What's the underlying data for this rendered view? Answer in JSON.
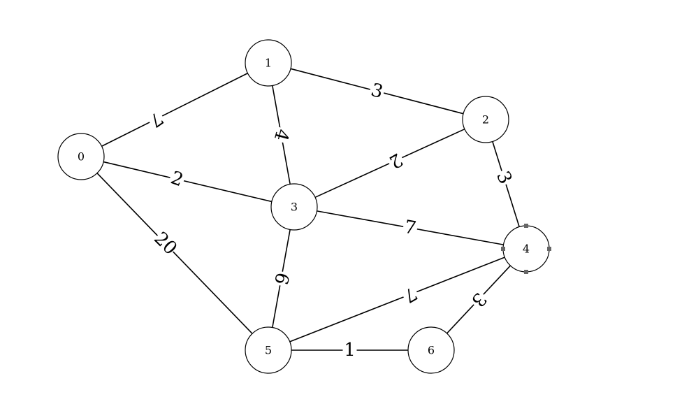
{
  "graph": {
    "nodes": [
      {
        "id": "0",
        "label": "0"
      },
      {
        "id": "1",
        "label": "1"
      },
      {
        "id": "2",
        "label": "2"
      },
      {
        "id": "3",
        "label": "3"
      },
      {
        "id": "4",
        "label": "4"
      },
      {
        "id": "5",
        "label": "5"
      },
      {
        "id": "6",
        "label": "6"
      }
    ],
    "edges": [
      {
        "from": "0",
        "to": "1",
        "weight": "7"
      },
      {
        "from": "0",
        "to": "3",
        "weight": "2"
      },
      {
        "from": "0",
        "to": "5",
        "weight": "20"
      },
      {
        "from": "1",
        "to": "2",
        "weight": "3"
      },
      {
        "from": "1",
        "to": "3",
        "weight": "4"
      },
      {
        "from": "2",
        "to": "3",
        "weight": "2"
      },
      {
        "from": "2",
        "to": "4",
        "weight": "3"
      },
      {
        "from": "3",
        "to": "4",
        "weight": "7"
      },
      {
        "from": "3",
        "to": "5",
        "weight": "6"
      },
      {
        "from": "4",
        "to": "5",
        "weight": "7"
      },
      {
        "from": "4",
        "to": "6",
        "weight": "3"
      },
      {
        "from": "5",
        "to": "6",
        "weight": "1"
      }
    ],
    "selected_node": "4"
  }
}
